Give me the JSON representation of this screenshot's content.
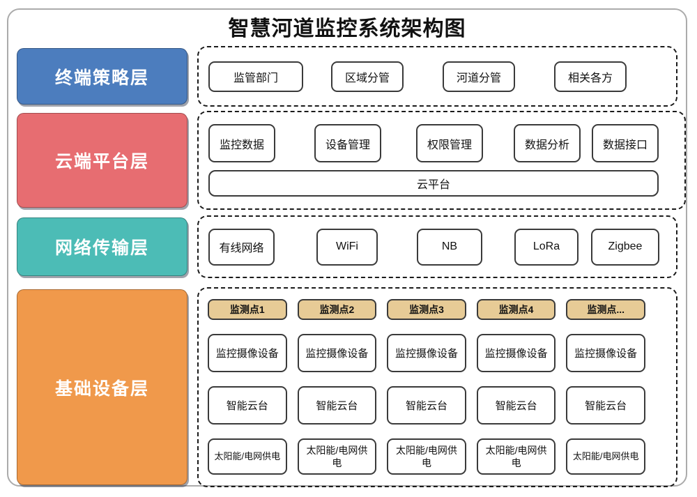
{
  "title": "智慧河道监控系统架构图",
  "colors": {
    "layer1": "#4C7DBE",
    "layer2": "#E76D71",
    "layer3": "#4CBCB6",
    "layer4": "#F0994B",
    "site_header": "#E7CB96",
    "node_border": "#3a3a3a",
    "dashed": "#1a1a1a",
    "frame": "#ababab",
    "title_text": "#111111"
  },
  "layers": [
    {
      "label": "终端策略层",
      "items": [
        "监管部门",
        "区域分管",
        "河道分管",
        "相关各方"
      ]
    },
    {
      "label": "云端平台层",
      "items": [
        "监控数据",
        "设备管理",
        "权限管理",
        "数据分析",
        "数据接口"
      ],
      "platform": "云平台"
    },
    {
      "label": "网络传输层",
      "items": [
        "有线网络",
        "WiFi",
        "NB",
        "LoRa",
        "Zigbee"
      ]
    },
    {
      "label": "基础设备层",
      "sites": [
        "监测点1",
        "监测点2",
        "监测点3",
        "监测点4",
        "监测点..."
      ],
      "devices": [
        "监控摄像设备",
        "智能云台",
        "太阳能/电网供电"
      ]
    }
  ]
}
